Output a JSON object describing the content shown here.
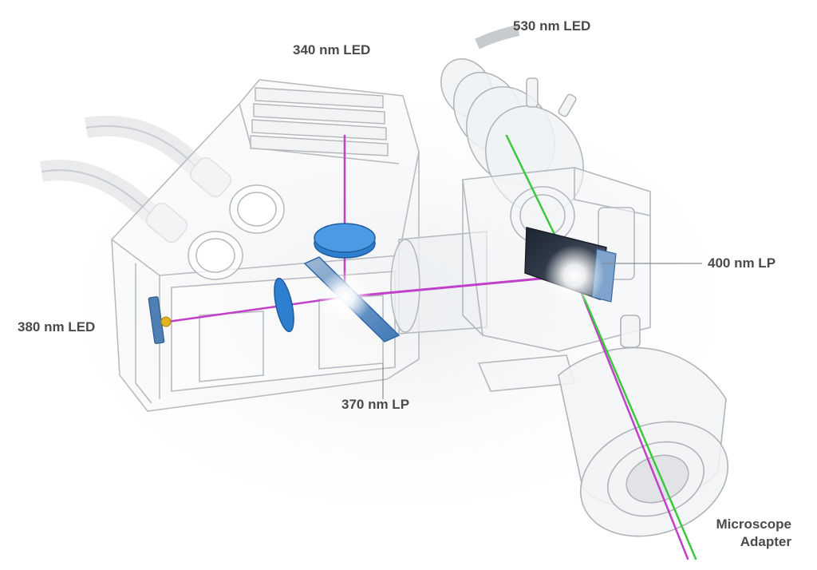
{
  "labels": {
    "led_530": "530 nm LED",
    "led_340": "340 nm LED",
    "lp_400": "400 nm LP",
    "led_380": "380 nm LED",
    "lp_370": "370 nm LP",
    "adapter_line1": "Microscope",
    "adapter_line2": "Adapter"
  },
  "colors": {
    "uv_beam": "#c040c8",
    "green_beam": "#3cc83c",
    "blue_optic": "#2f7fd0",
    "housing_stroke": "#b8bcc0",
    "label_text": "#4a4a4a"
  }
}
